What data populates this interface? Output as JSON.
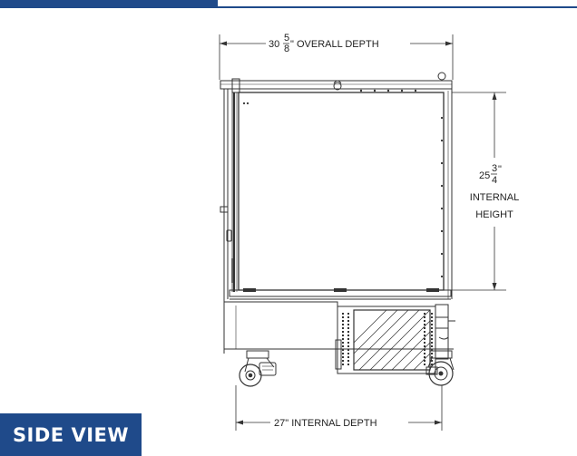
{
  "header": {
    "accent_color": "#1f4a8a"
  },
  "view_label": "SIDE VIEW",
  "dimensions": {
    "overall_depth": {
      "whole": "30",
      "numerator": "5",
      "denominator": "8",
      "suffix": "\" OVERALL DEPTH"
    },
    "internal_height": {
      "whole": "25",
      "numerator": "3",
      "denominator": "4",
      "suffix": "\"",
      "line1": "INTERNAL",
      "line2": "HEIGHT"
    },
    "internal_depth": {
      "text": "27\" INTERNAL DEPTH"
    }
  }
}
